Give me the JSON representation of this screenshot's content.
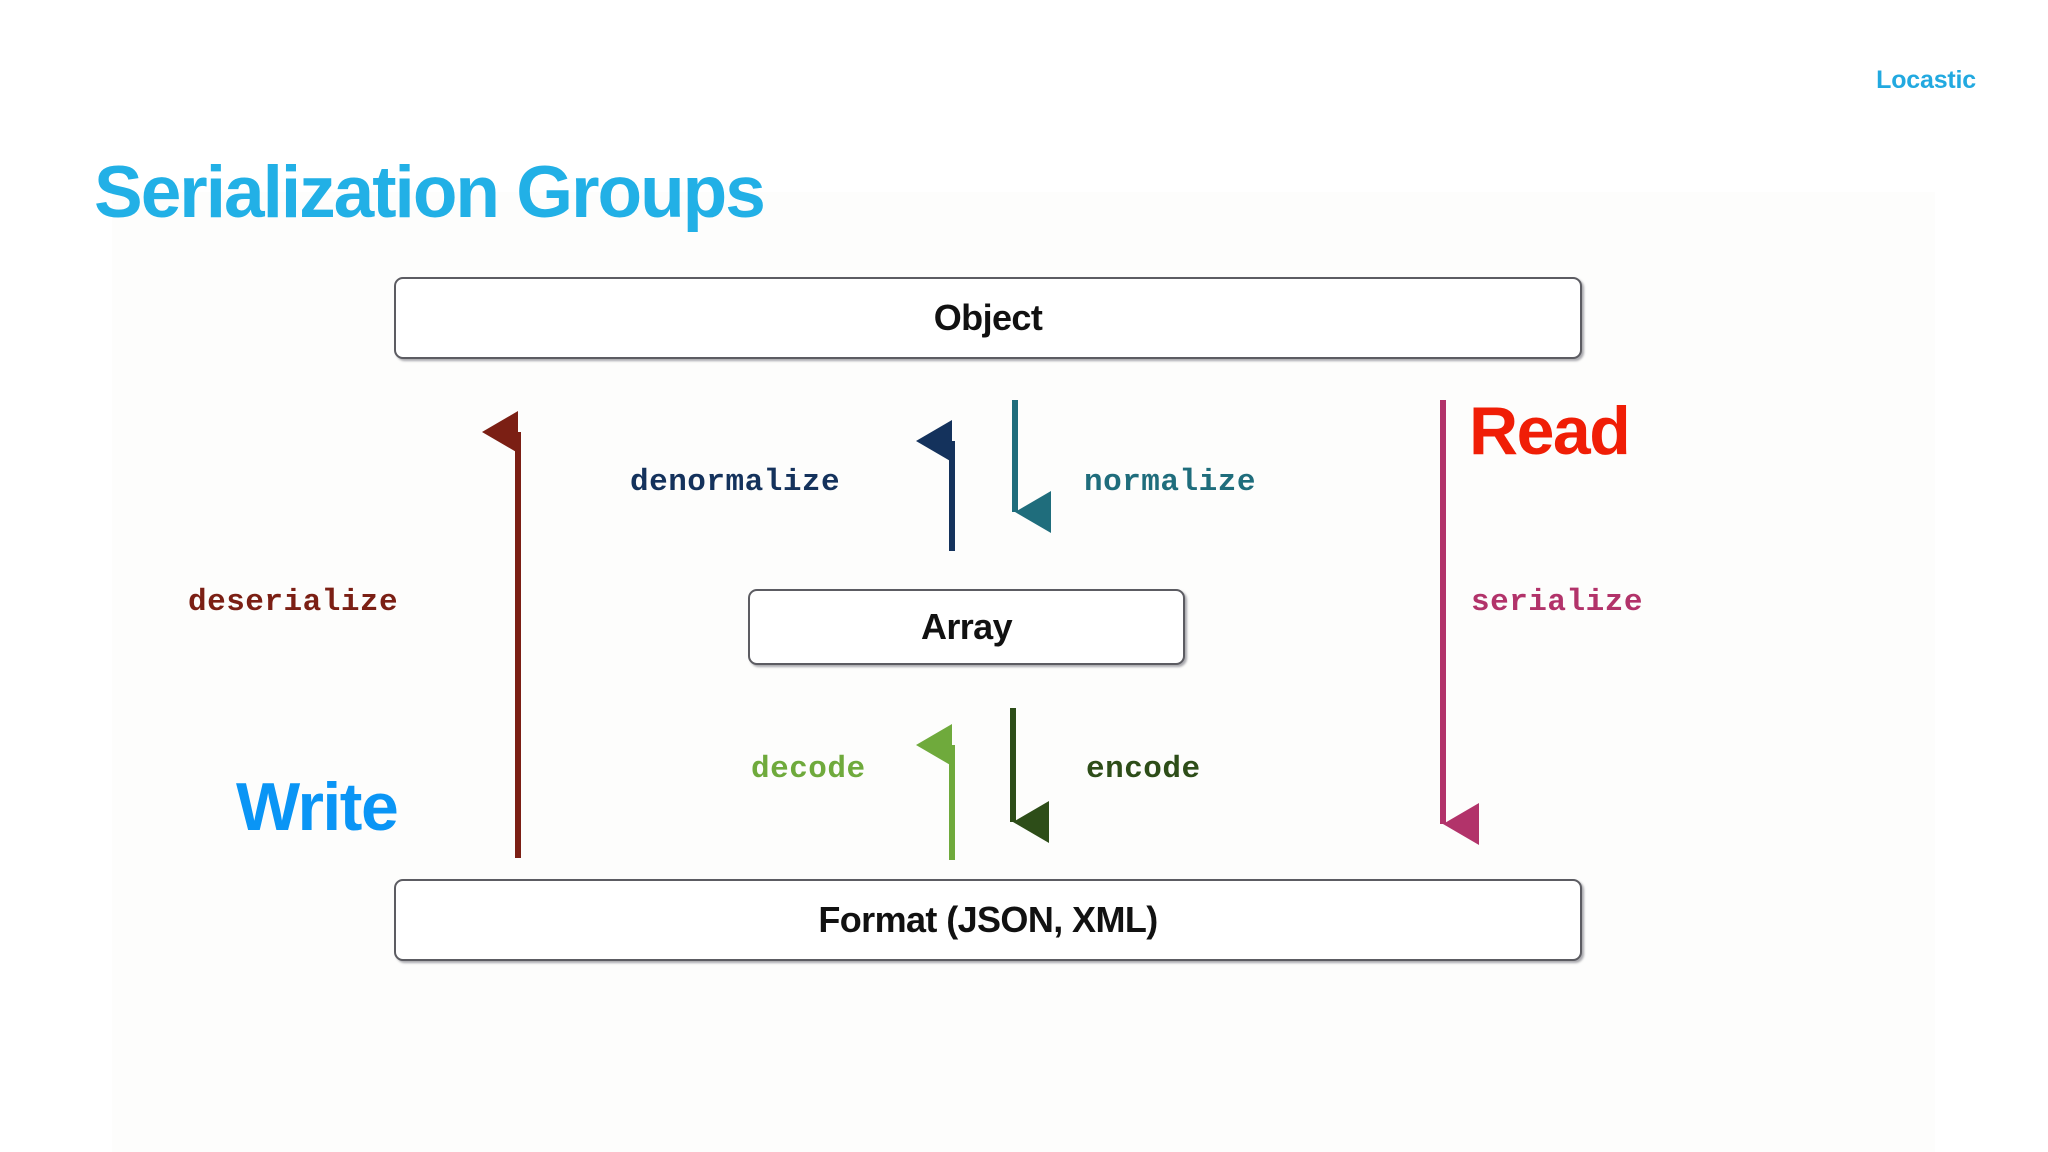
{
  "slide": {
    "title": "Serialization Groups",
    "brand": "Locastic",
    "brand_color": "#22a9e0",
    "title_color": "#22b0e6",
    "background": "#ffffff"
  },
  "diagram": {
    "type": "flow",
    "nodes": [
      {
        "id": "object",
        "label": "Object"
      },
      {
        "id": "array",
        "label": "Array"
      },
      {
        "id": "format",
        "label": "Format (JSON, XML)"
      }
    ],
    "edges": [
      {
        "id": "deserialize",
        "label": "deserialize",
        "from": "format",
        "to": "object",
        "direction": "up",
        "color": "#7b1f14"
      },
      {
        "id": "serialize",
        "label": "serialize",
        "from": "object",
        "to": "format",
        "direction": "down",
        "color": "#b2336a"
      },
      {
        "id": "denormalize",
        "label": "denormalize",
        "from": "array",
        "to": "object",
        "direction": "up",
        "color": "#14325c"
      },
      {
        "id": "normalize",
        "label": "normalize",
        "from": "object",
        "to": "array",
        "direction": "down",
        "color": "#1f6d7c"
      },
      {
        "id": "decode",
        "label": "decode",
        "from": "format",
        "to": "array",
        "direction": "up",
        "color": "#6faa3c"
      },
      {
        "id": "encode",
        "label": "encode",
        "from": "array",
        "to": "format",
        "direction": "down",
        "color": "#2d4d18"
      }
    ],
    "callouts": [
      {
        "id": "write",
        "label": "Write",
        "color": "#0a95f5",
        "relates_to": "deserialize"
      },
      {
        "id": "read",
        "label": "Read",
        "color": "#f01e06",
        "relates_to": "serialize"
      }
    ]
  }
}
